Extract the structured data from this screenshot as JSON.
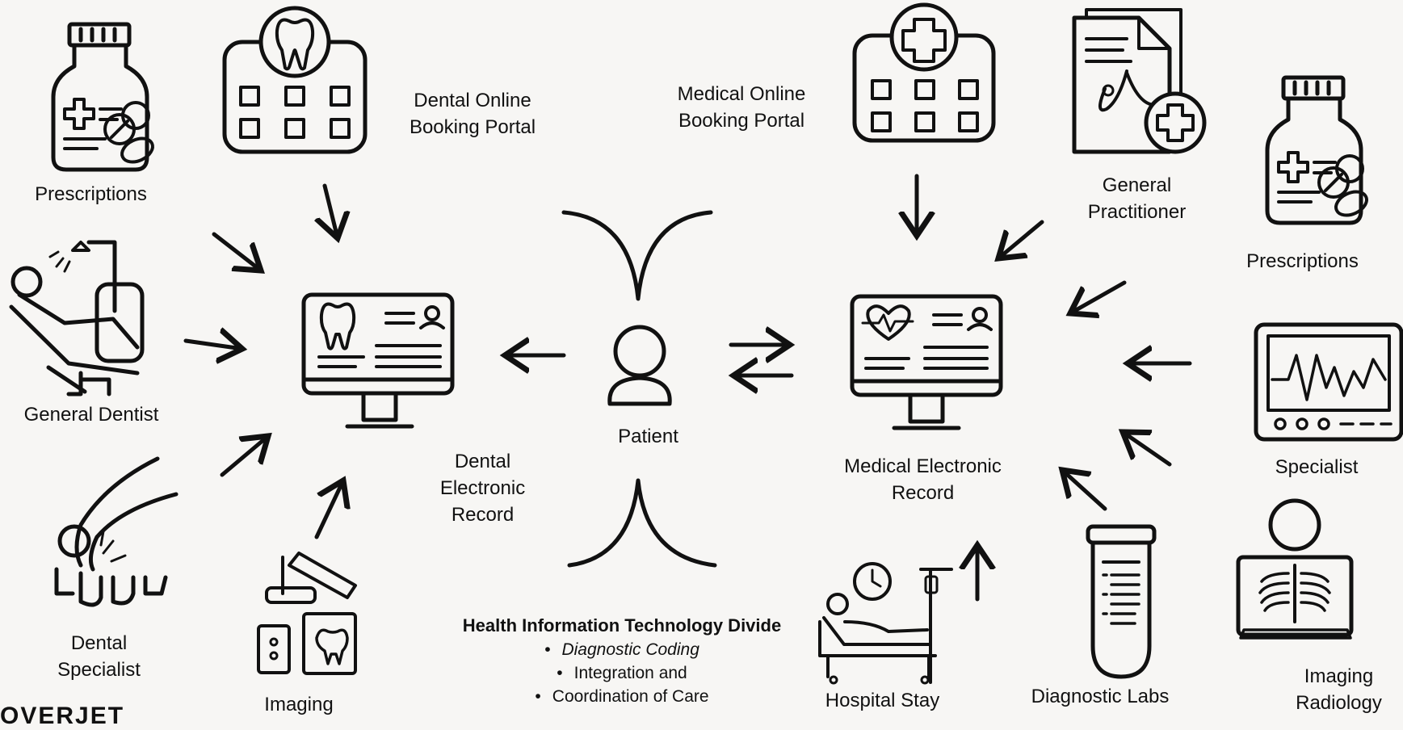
{
  "labels": {
    "prescriptions_left": "Prescriptions",
    "general_dentist": "General Dentist",
    "dental_specialist": "Dental\nSpecialist",
    "imaging_left": "Imaging",
    "dental_booking": "Dental Online\nBooking Portal",
    "dental_record": "Dental\nElectronic\nRecord",
    "patient": "Patient",
    "medical_booking": "Medical Online\nBooking Portal",
    "general_practitioner": "General\nPractitioner",
    "prescriptions_right": "Prescriptions",
    "specialist": "Specialist",
    "medical_record": "Medical Electronic\nRecord",
    "hospital_stay": "Hospital Stay",
    "diagnostic_labs": "Diagnostic Labs",
    "imaging_radiology": "Imaging\nRadiology"
  },
  "divide": {
    "title": "Health Information Technology Divide",
    "bullets": [
      "Diagnostic Coding",
      "Integration and",
      "Coordination of Care"
    ]
  },
  "logo": "OVERJET",
  "icons": [
    "pill-bottle-icon",
    "dental-calendar-icon",
    "dental-chair-icon",
    "dental-monitor-icon",
    "forceps-icon",
    "dental-xray-machine-icon",
    "person-icon",
    "medical-calendar-icon",
    "document-stethoscope-icon",
    "medical-monitor-icon",
    "ecg-monitor-icon",
    "hospital-bed-icon",
    "test-tube-icon",
    "chest-xray-icon"
  ]
}
